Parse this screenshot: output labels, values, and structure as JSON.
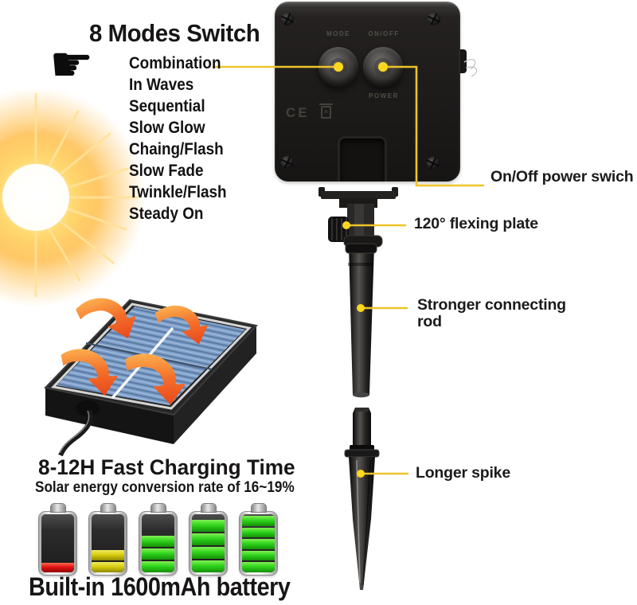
{
  "modes_section": {
    "title": "8 Modes Switch",
    "hand_glyph": "☛",
    "items": [
      "Combination",
      "In Waves",
      "Sequential",
      "Slow Glow",
      "Chaing/Flash",
      "Slow Fade",
      "Twinkle/Flash",
      "Steady On"
    ]
  },
  "control_box": {
    "button_labels": {
      "mode": "MODE",
      "onoff": "ON/OFF",
      "power": "POWER"
    },
    "cert_label": "CE",
    "bin_glyph": "✕"
  },
  "annotations": {
    "power_switch": "On/Off power swich",
    "flexing_plate": "120° flexing plate",
    "connecting_rod": "Stronger connecting rod",
    "longer_spike": "Longer spike"
  },
  "charging_section": {
    "title": "8-12H Fast Charging Time",
    "subtitle": "Solar energy conversion rate of 16~19%",
    "caption": "Built-in 1600mAh battery",
    "batteries": [
      {
        "level": "very-low",
        "bars": 1,
        "fill_pct": 17,
        "color": "#e11414",
        "light": "#ff6a52",
        "dark": "#8f0000"
      },
      {
        "level": "low",
        "bars": 2,
        "fill_pct": 36,
        "color": "#d8ce10",
        "light": "#f2ec62",
        "dark": "#8f8a00"
      },
      {
        "level": "half",
        "bars": 3,
        "fill_pct": 58,
        "color": "#2fd41c",
        "light": "#82f055",
        "dark": "#149007"
      },
      {
        "level": "high",
        "bars": 4,
        "fill_pct": 82,
        "color": "#2fd41c",
        "light": "#82f055",
        "dark": "#149007"
      },
      {
        "level": "full",
        "bars": 5,
        "fill_pct": 97,
        "color": "#2fd41c",
        "light": "#82f055",
        "dark": "#149007"
      }
    ]
  },
  "colors": {
    "annotation_line": "#eec32a",
    "annotation_dot": "#ffd71e",
    "panel_blue": "#7e9fca",
    "arrow_start": "#ffc95e",
    "arrow_end": "#e8451a",
    "text": "#171515"
  }
}
